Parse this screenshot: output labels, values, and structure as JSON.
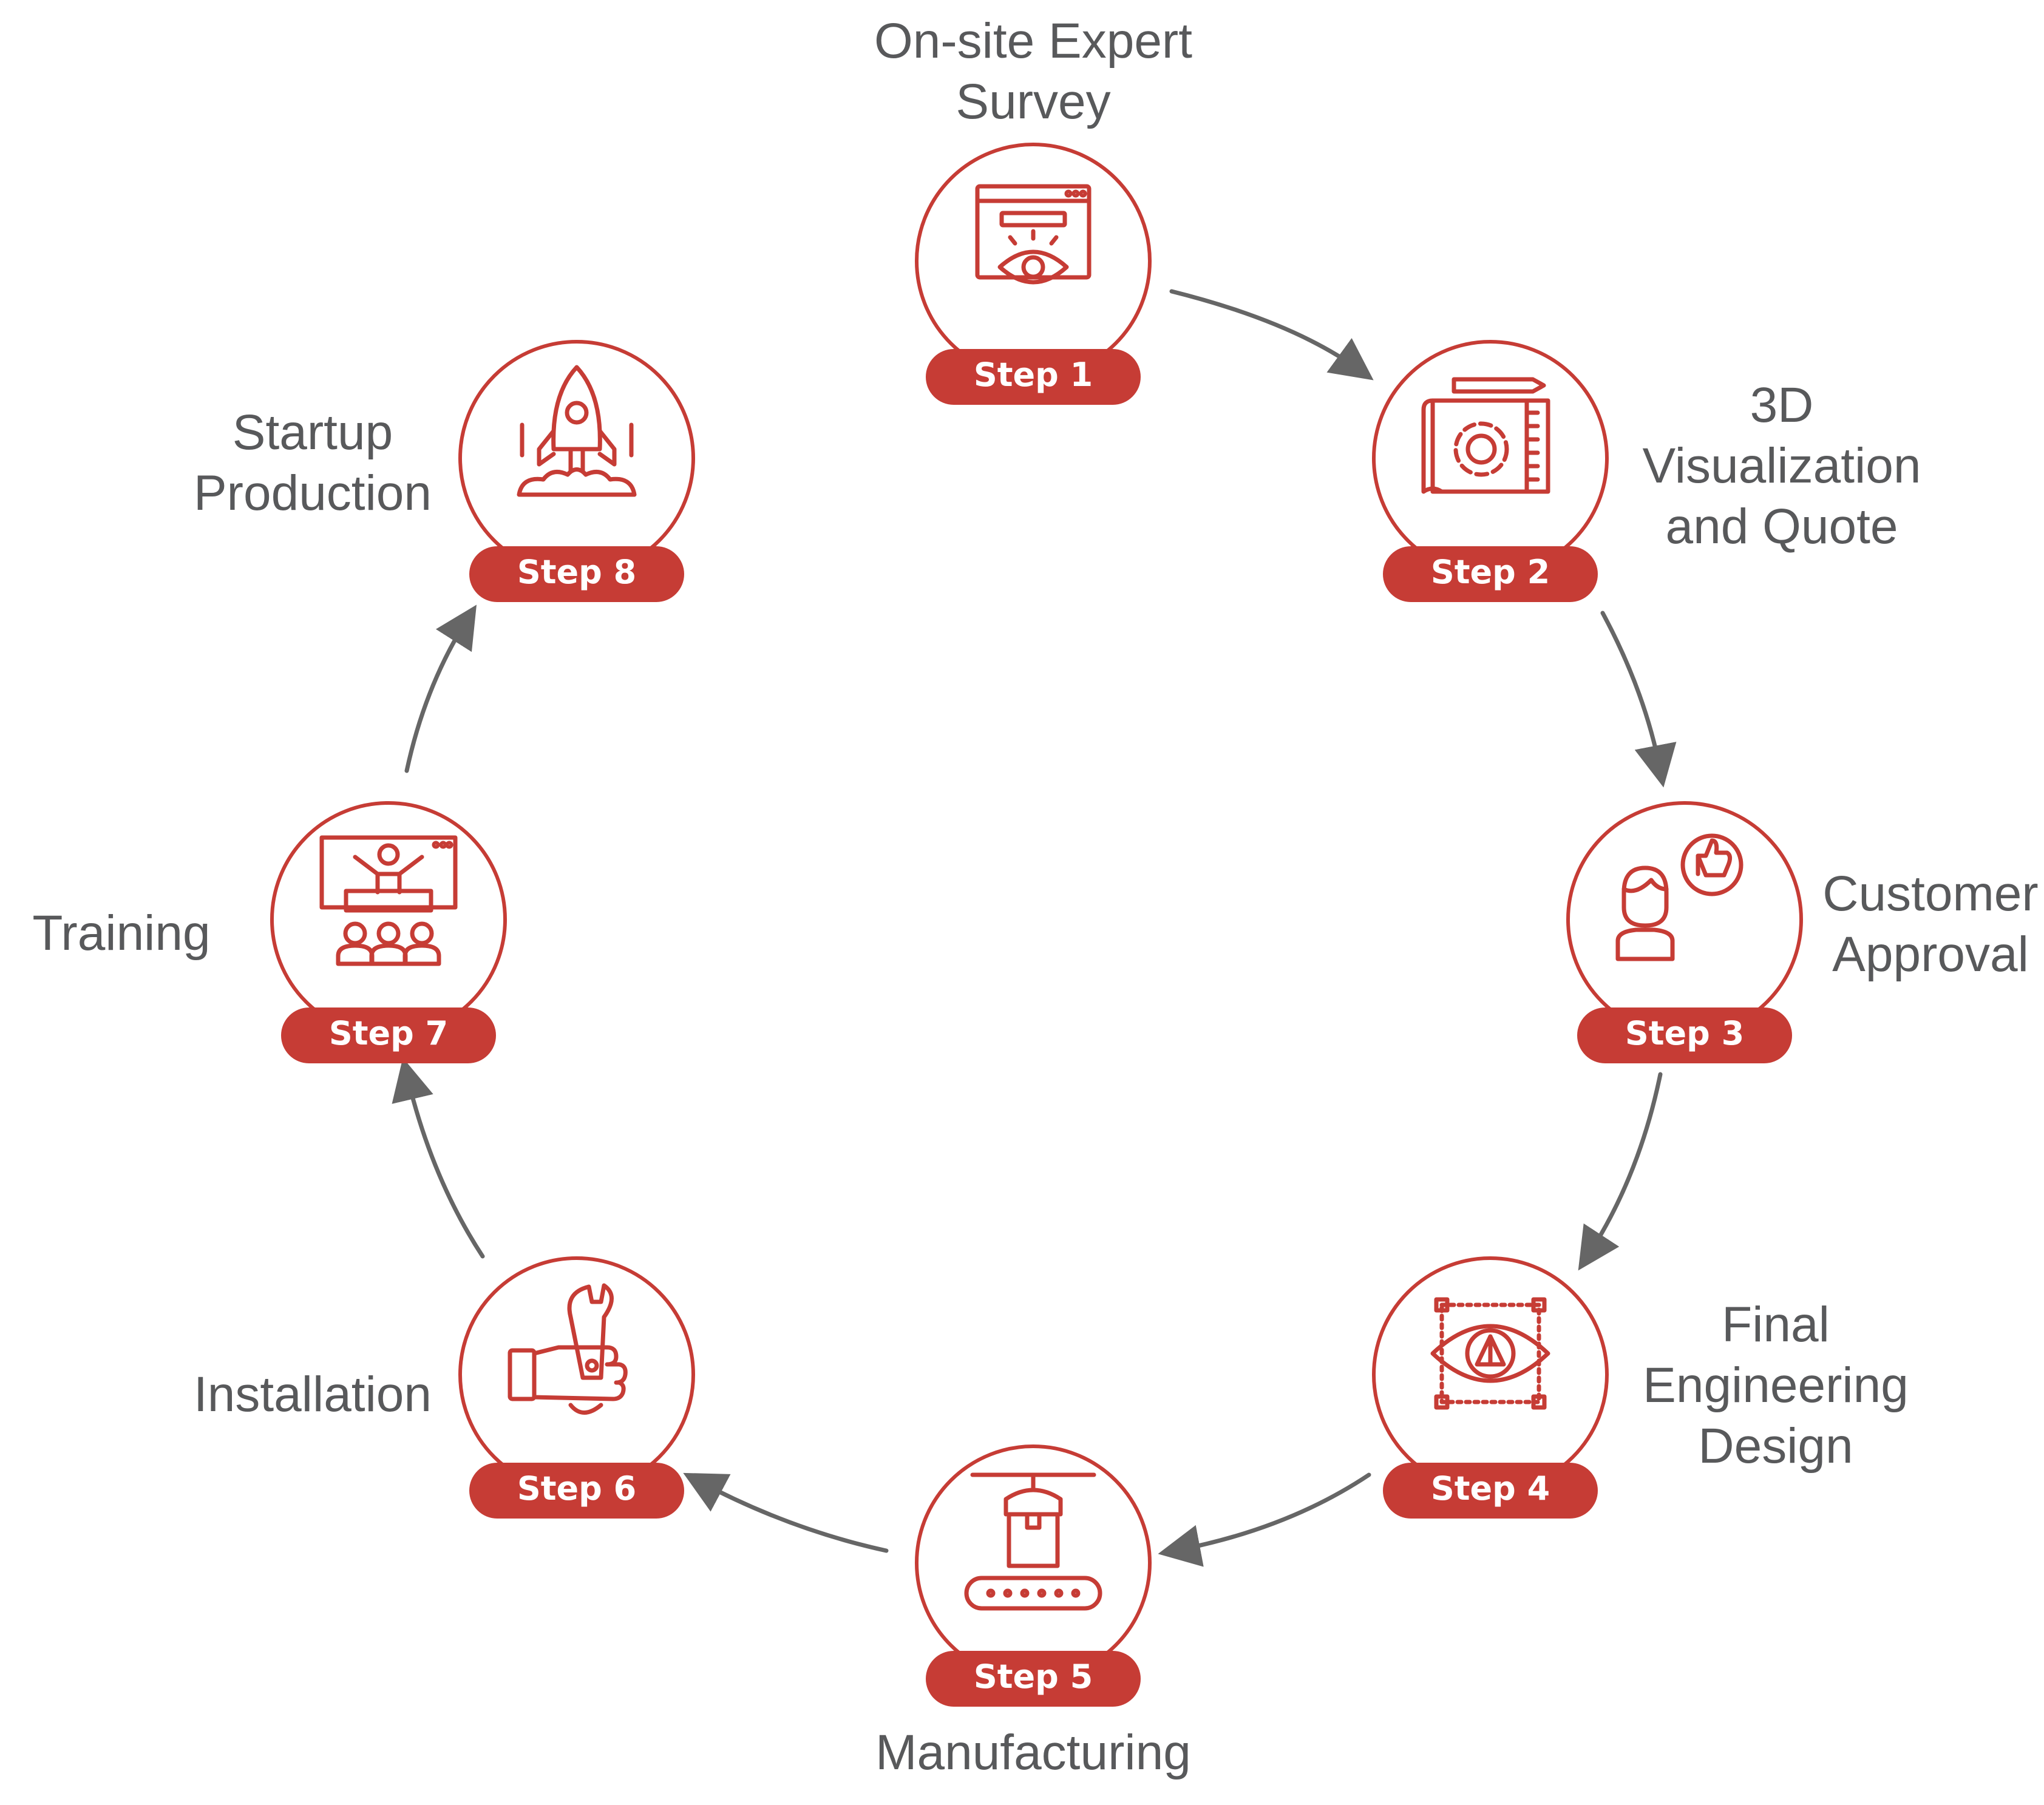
{
  "colors": {
    "accent": "#c63c35",
    "arrow": "#666666",
    "label": "#58595b",
    "badge_text": "#ffffff"
  },
  "steps": [
    {
      "badge": "Step 1",
      "label_lines": [
        "On-site Expert",
        "Survey"
      ],
      "icon": "web-eye-survey-icon"
    },
    {
      "badge": "Step 2",
      "label_lines": [
        "3D",
        "Visualization",
        "and Quote"
      ],
      "icon": "blueprint-gear-icon"
    },
    {
      "badge": "Step 3",
      "label_lines": [
        "Customer",
        "Approval"
      ],
      "icon": "customer-thumbs-up-icon"
    },
    {
      "badge": "Step 4",
      "label_lines": [
        "Final",
        "Engineering",
        "Design"
      ],
      "icon": "eye-vector-design-icon"
    },
    {
      "badge": "Step 5",
      "label_lines": [
        "Manufacturing"
      ],
      "icon": "conveyor-box-icon"
    },
    {
      "badge": "Step 6",
      "label_lines": [
        "Installation"
      ],
      "icon": "hand-wrench-icon"
    },
    {
      "badge": "Step 7",
      "label_lines": [
        "Training"
      ],
      "icon": "presentation-audience-icon"
    },
    {
      "badge": "Step 8",
      "label_lines": [
        "Startup",
        "Production"
      ],
      "icon": "rocket-launch-icon"
    }
  ]
}
